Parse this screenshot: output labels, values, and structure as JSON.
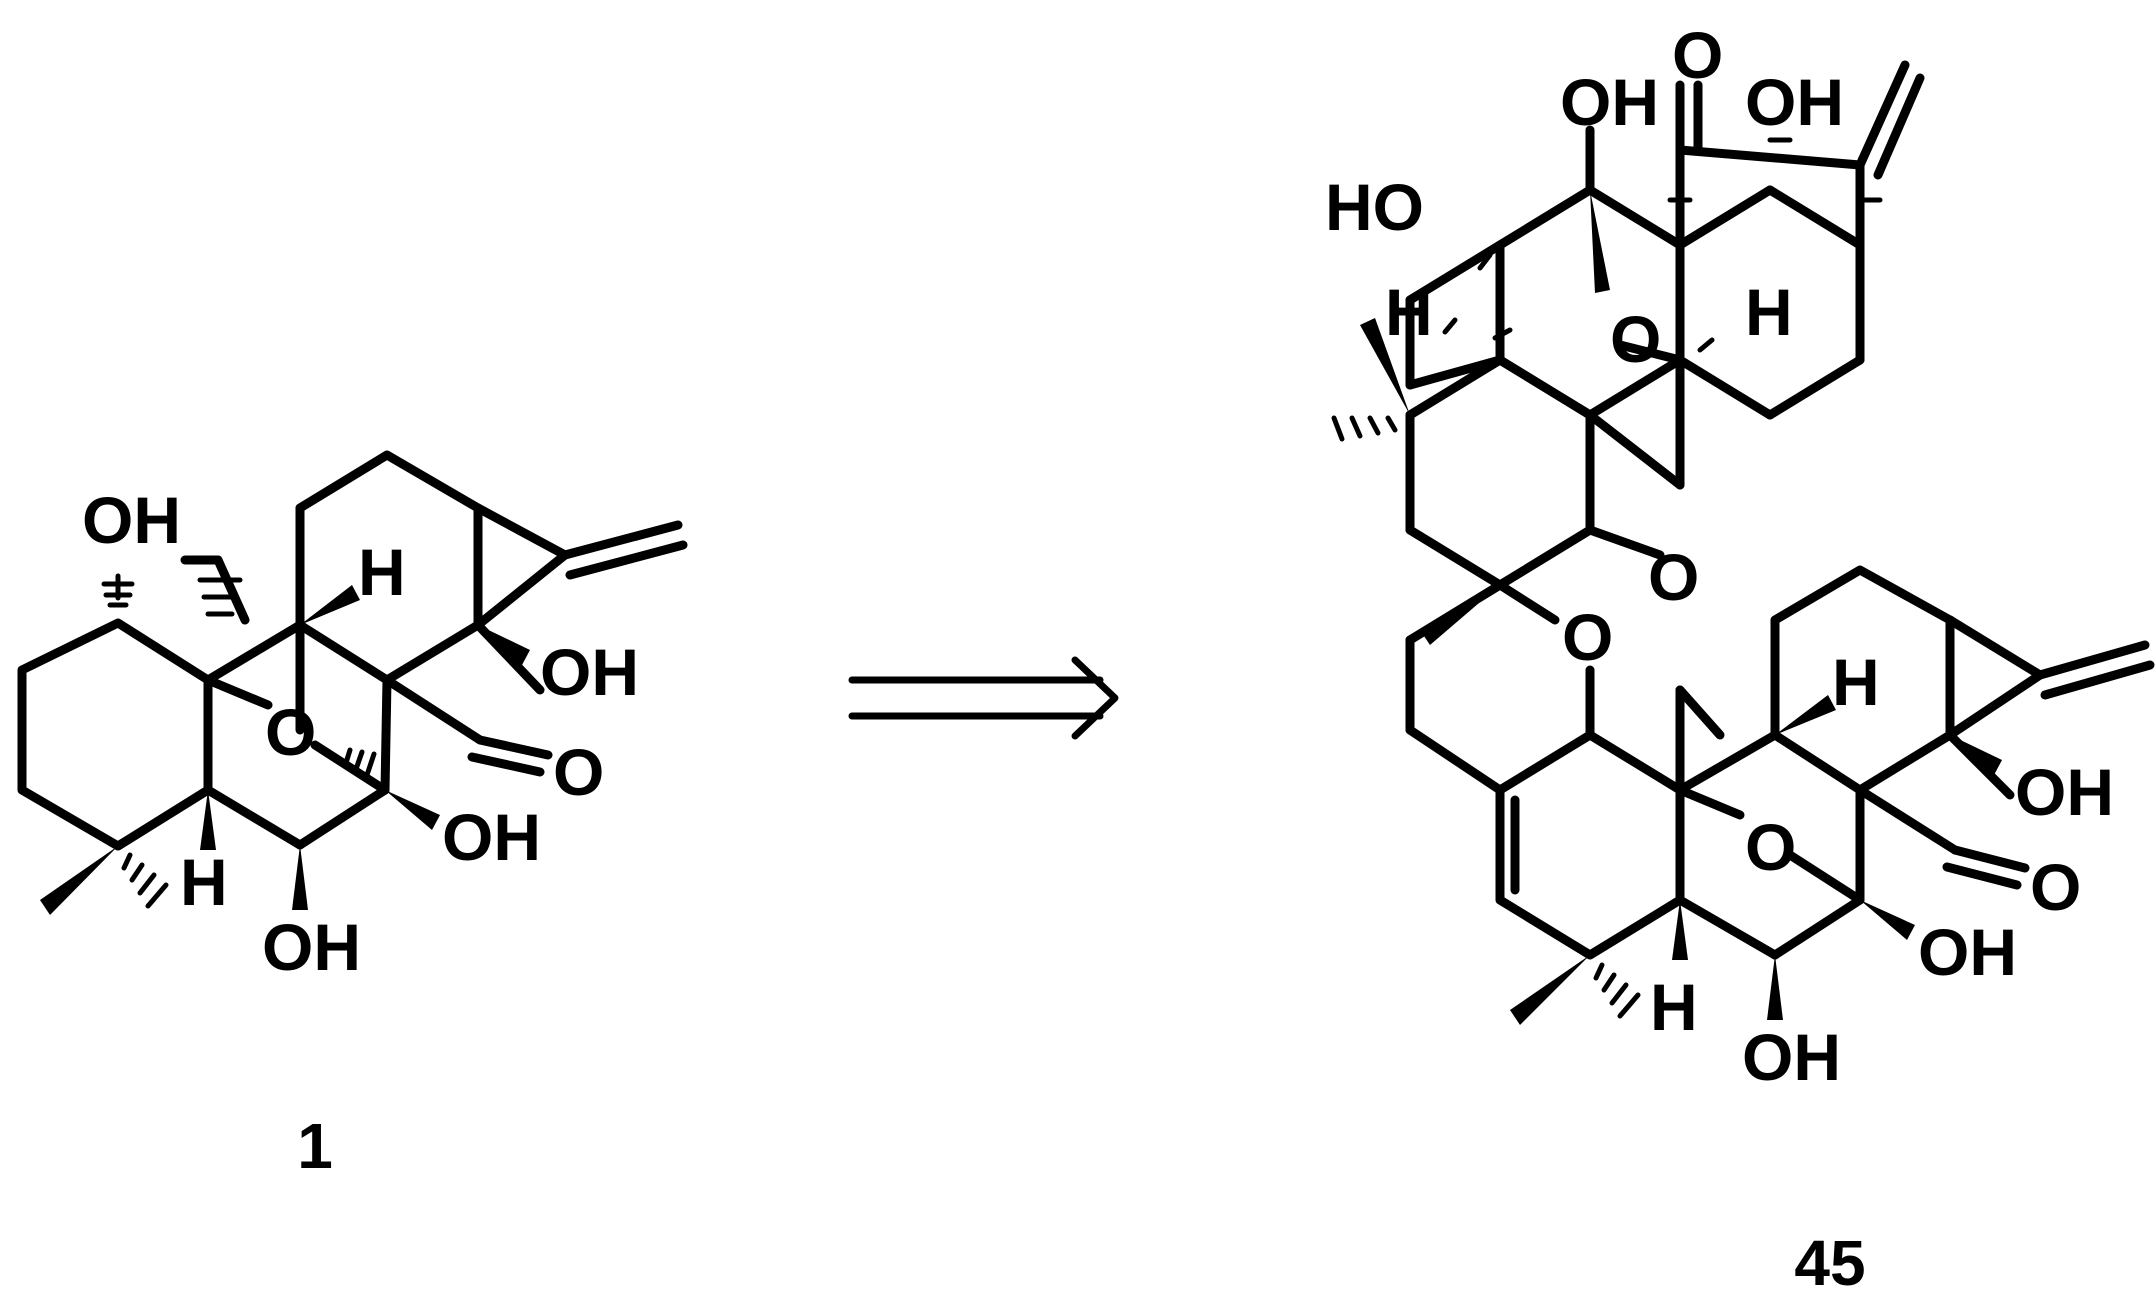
{
  "scheme": {
    "compounds": [
      {
        "id": "1",
        "label": "1"
      },
      {
        "id": "45",
        "label": "45"
      }
    ],
    "arrow": "retrosynthetic-arrow",
    "atom_labels": {
      "OH": "OH",
      "HO": "HO",
      "H": "H",
      "O": "O"
    }
  }
}
